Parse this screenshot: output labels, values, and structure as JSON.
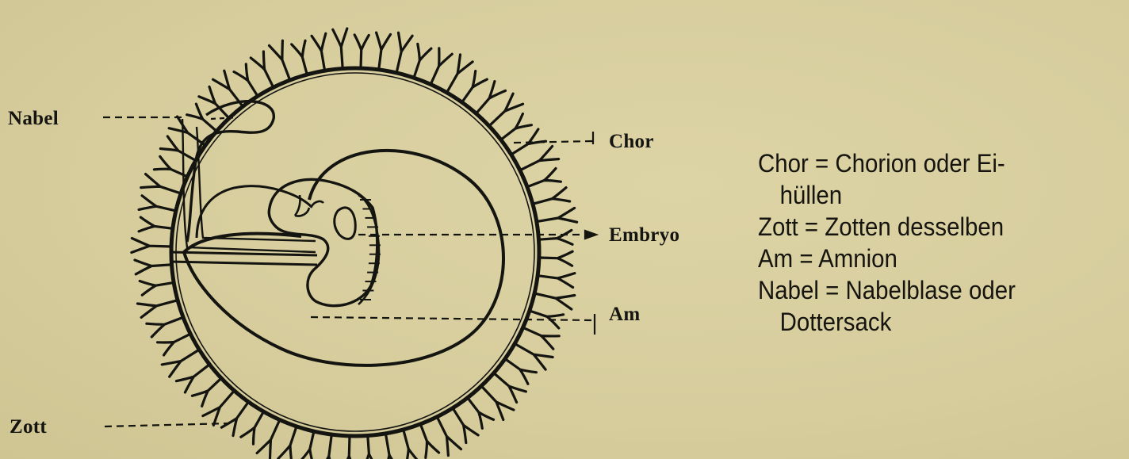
{
  "diagram": {
    "labels": {
      "nabel": "Nabel",
      "zott": "Zott",
      "chor": "Chor",
      "embryo": "Embryo",
      "am": "Am"
    },
    "legend": [
      {
        "text": "Chor = Chorion oder Ei-",
        "indent": 0
      },
      {
        "text": "hüllen",
        "indent": 1
      },
      {
        "text": "Zott = Zotten desselben",
        "indent": 0
      },
      {
        "text": "Am = Amnion",
        "indent": 0
      },
      {
        "text": "Nabel = Nabelblase oder",
        "indent": 0
      },
      {
        "text": "Dottersack",
        "indent": 2
      }
    ],
    "ink_color": "#141410",
    "paper_color": "#d9cfa0"
  }
}
